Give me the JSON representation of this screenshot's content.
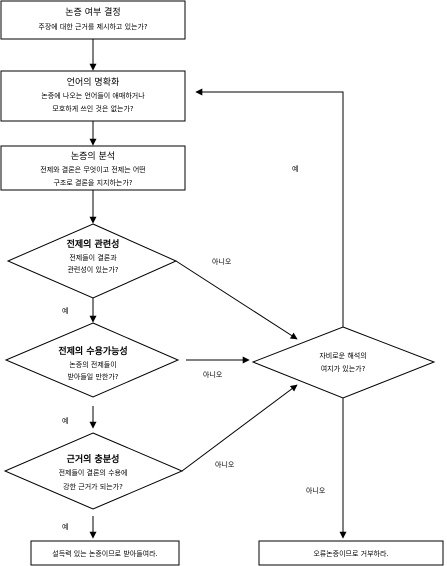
{
  "nodes": {
    "step1": {
      "title": "논증 여부 결정",
      "text": [
        "주장에 대한 근거를 제시하고 있는가?"
      ]
    },
    "step2": {
      "title": "언어의 명확화",
      "text": [
        "논증에 나오는 언어들이 애매하거나",
        "모호하게 쓰인 것은 없는가?"
      ]
    },
    "step3": {
      "title": "논증의 분석",
      "text": [
        "전제와 결론은 무엇이고 전제는 어떤",
        "구조로 결론을 지지하는가?"
      ]
    },
    "check1": {
      "title": "전제의 관련성",
      "text": [
        "전제들이 결론과",
        "관련성이 있는가?"
      ]
    },
    "check2": {
      "title": "전제의 수용가능성",
      "text": [
        "논증의 전제들이",
        "받아들일 만한가?"
      ]
    },
    "check3": {
      "title": "근거의 충분성",
      "text": [
        "전제들이 결론의 수용에",
        "강한 근거가 되는가?"
      ]
    },
    "charity": {
      "title": "",
      "text": [
        "자비로운 해석의",
        "여지가 있는가?"
      ]
    },
    "accept": {
      "title": "",
      "text": [
        "설득력 있는 논증이므로 받아들여라."
      ]
    },
    "reject": {
      "title": "",
      "text": [
        "오류논증이므로 거부하라."
      ]
    }
  },
  "labels": {
    "yes": "예",
    "no": "아니오"
  }
}
